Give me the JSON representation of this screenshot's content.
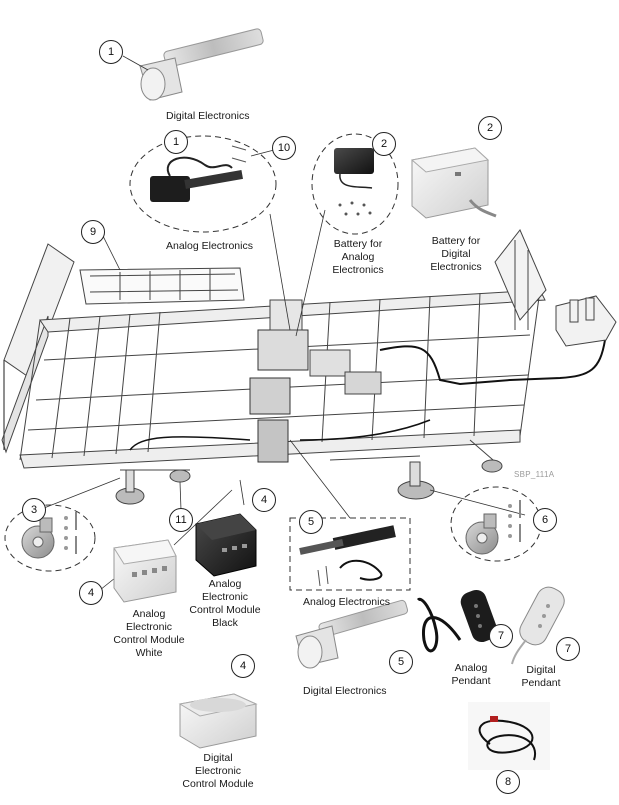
{
  "figure_code": "SBP_111A",
  "labels": {
    "digital_actuator_top": "Digital Electronics",
    "analog_actuator_left": "Analog Electronics",
    "battery_analog": [
      "Battery for",
      "Analog",
      "Electronics"
    ],
    "battery_digital": [
      "Battery for",
      "Digital",
      "Electronics"
    ],
    "analog_control_white": [
      "Analog",
      "Electronic",
      "Control Module",
      "White"
    ],
    "analog_control_black": [
      "Analog",
      "Electronic",
      "Control Module",
      "Black"
    ],
    "analog_actuator_right": "Analog Electronics",
    "digital_actuator_bottom": "Digital Electronics",
    "analog_pendant": [
      "Analog",
      "Pendant"
    ],
    "digital_pendant": [
      "Digital",
      "Pendant"
    ],
    "digital_control": [
      "Digital",
      "Electronic",
      "Control Module"
    ]
  },
  "callouts": {
    "c1_top": "1",
    "c1_circle": "1",
    "c10": "10",
    "c2_analog": "2",
    "c2_digital": "2",
    "c9": "9",
    "c3": "3",
    "c11": "11",
    "c4_white": "4",
    "c4_black": "4",
    "c5_box": "5",
    "c5_digital": "5",
    "c6": "6",
    "c7_analog": "7",
    "c7_digital": "7",
    "c4_digital": "4",
    "c8": "8"
  }
}
